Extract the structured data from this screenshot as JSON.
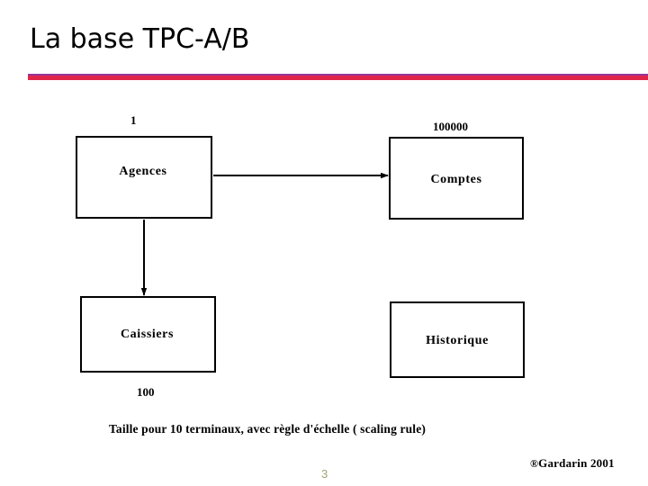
{
  "slide": {
    "title": "La base TPC-A/B",
    "page_number": "3",
    "copyright_mark": "®",
    "copyright_text": "Gardarin 2001",
    "caption": "Taille pour 10 terminaux, avec règle d'échelle ( scaling rule)"
  },
  "theme": {
    "background": "#ffffff",
    "rule_top_color": "#993399",
    "rule_main_color": "#e0254b",
    "text_color": "#000000",
    "page_number_color": "#a3a375",
    "box_border_color": "#000000",
    "box_fill_color": "#ffffff"
  },
  "diagram": {
    "type": "entity-relationship",
    "entities": [
      {
        "id": "agences",
        "label": "Agences",
        "cardinality": "1"
      },
      {
        "id": "comptes",
        "label": "Comptes",
        "cardinality": "100000"
      },
      {
        "id": "caissiers",
        "label": "Caissiers",
        "cardinality": "100"
      },
      {
        "id": "historique",
        "label": "Historique",
        "cardinality": ""
      }
    ],
    "connectors": [
      {
        "from": "agences",
        "to": "comptes",
        "direction": "horizontal",
        "arrow": "end"
      },
      {
        "from": "agences",
        "to": "caissiers",
        "direction": "vertical",
        "arrow": "end"
      }
    ]
  }
}
